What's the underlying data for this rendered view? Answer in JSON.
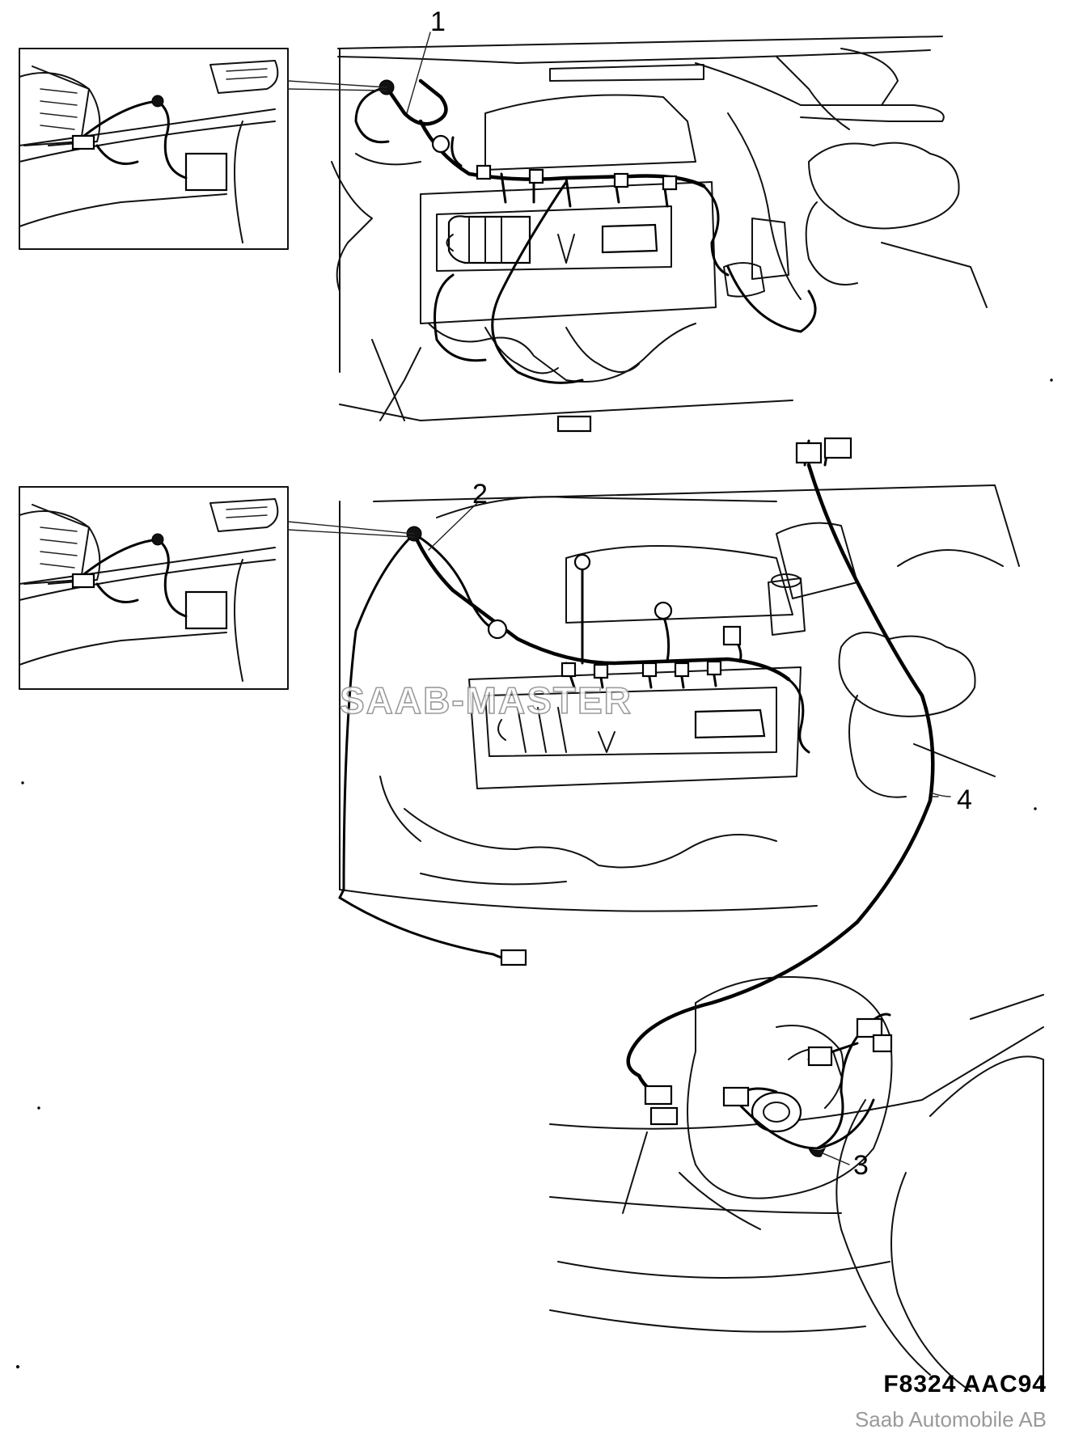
{
  "callouts": {
    "c1": "1",
    "c2": "2",
    "c3": "3",
    "c4": "4"
  },
  "watermark": "SAAB-MASTER",
  "figure_code": "F8324  AAC94",
  "copyright": "Saab Automobile AB",
  "colors": {
    "line": "#111111",
    "background": "#ffffff",
    "copyright_text": "#9a9a9a"
  }
}
